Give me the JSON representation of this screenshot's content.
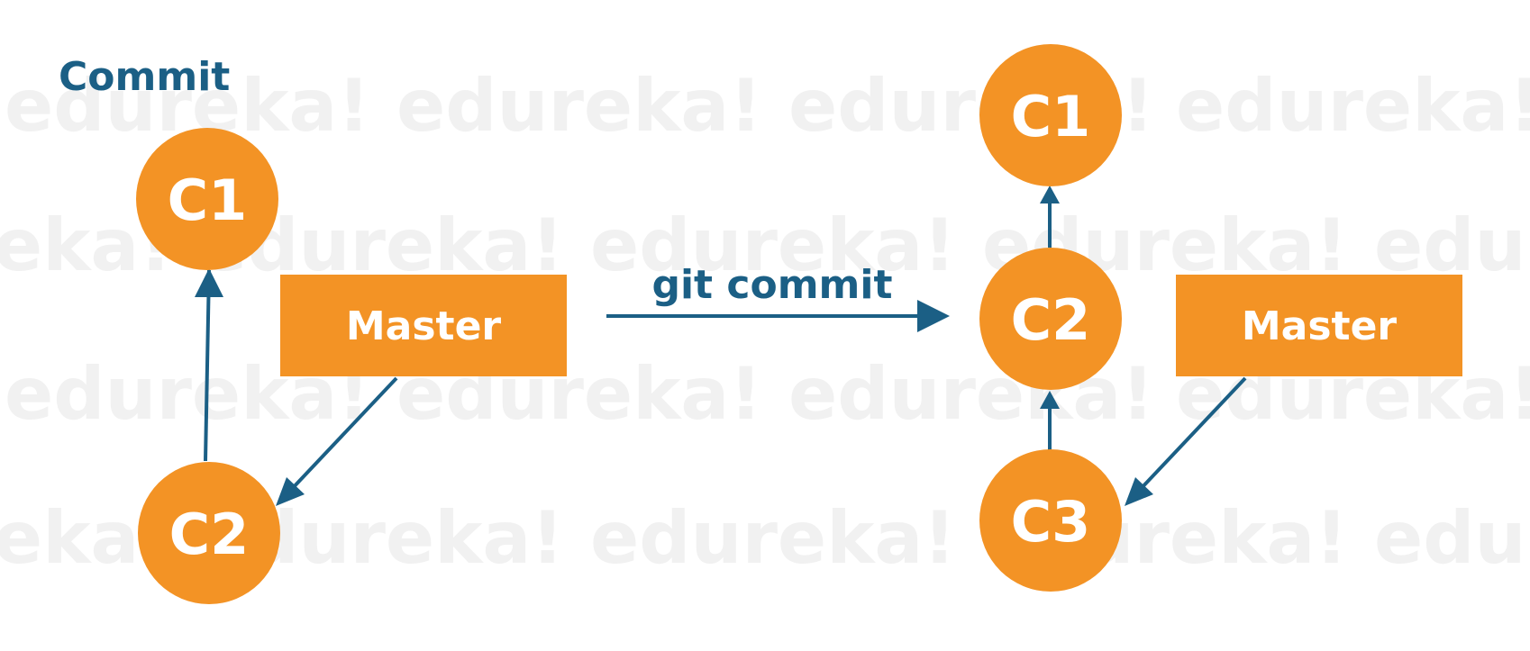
{
  "watermark": "edureka!",
  "colors": {
    "node_fill": "#f39325",
    "arrow": "#1b5f85",
    "label_text": "#ffffff",
    "title_text": "#1b5f85",
    "watermark": "#f1f1f1"
  },
  "left_panel": {
    "title": "Commit",
    "nodes": [
      "C1",
      "C2"
    ],
    "branch_label": "Master"
  },
  "operation": {
    "label": "git commit"
  },
  "right_panel": {
    "nodes": [
      "C1",
      "C2",
      "C3"
    ],
    "branch_label": "Master"
  }
}
